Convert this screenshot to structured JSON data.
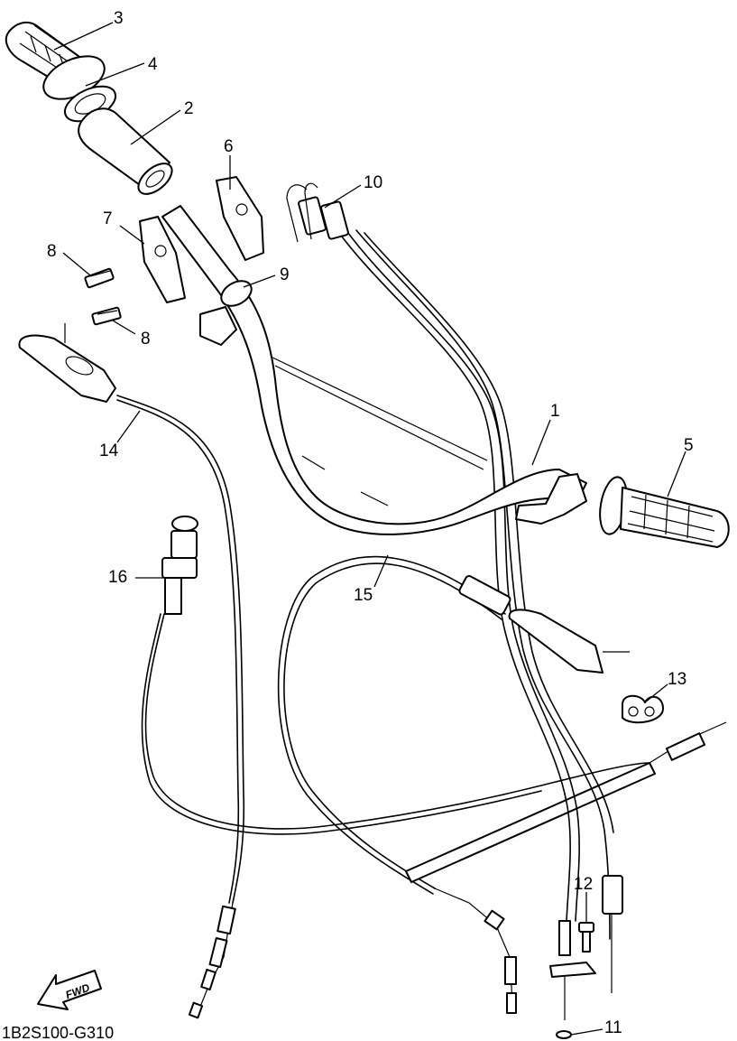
{
  "diagram_code": "1B2S100-G310",
  "fwd_label": "FWD",
  "callouts": [
    {
      "id": "3",
      "label": "3"
    },
    {
      "id": "4",
      "label": "4"
    },
    {
      "id": "2",
      "label": "2"
    },
    {
      "id": "6",
      "label": "6"
    },
    {
      "id": "10",
      "label": "10"
    },
    {
      "id": "7",
      "label": "7"
    },
    {
      "id": "8a",
      "label": "8"
    },
    {
      "id": "9",
      "label": "9"
    },
    {
      "id": "8b",
      "label": "8"
    },
    {
      "id": "1",
      "label": "1"
    },
    {
      "id": "5",
      "label": "5"
    },
    {
      "id": "14",
      "label": "14"
    },
    {
      "id": "16",
      "label": "16"
    },
    {
      "id": "15",
      "label": "15"
    },
    {
      "id": "13",
      "label": "13"
    },
    {
      "id": "12",
      "label": "12"
    },
    {
      "id": "11",
      "label": "11"
    }
  ]
}
